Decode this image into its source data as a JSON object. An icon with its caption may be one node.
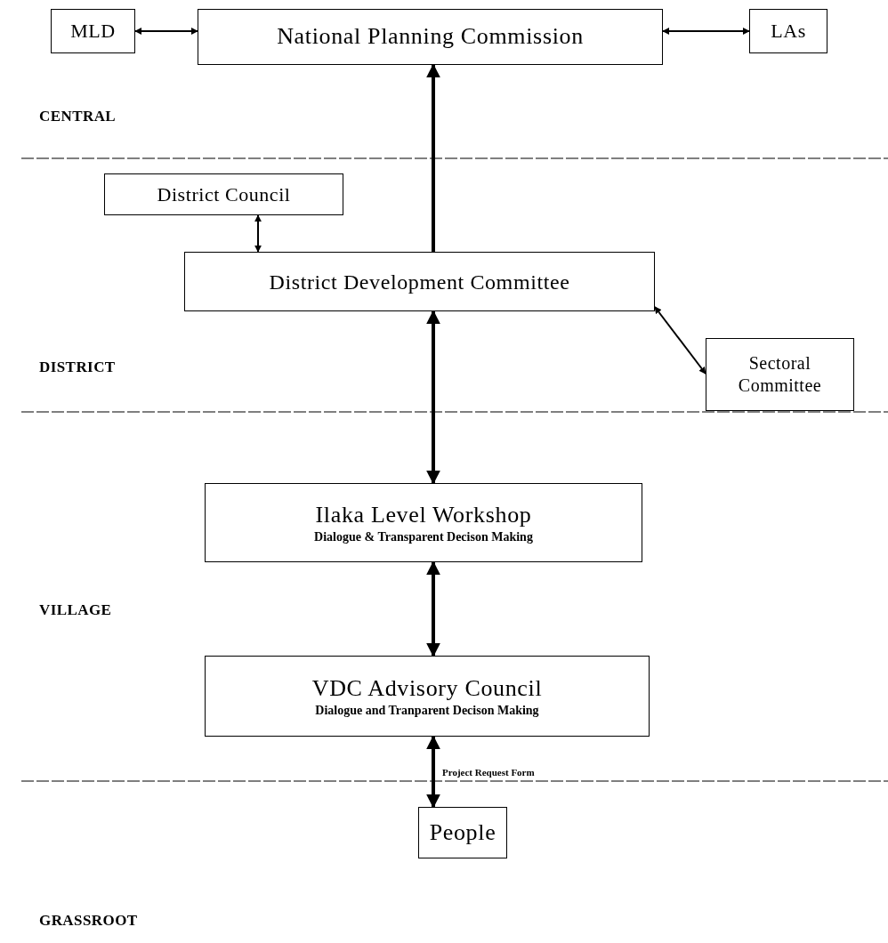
{
  "diagram": {
    "nodes": [
      {
        "text": [
          "MLD"
        ]
      },
      {
        "text": [
          "National Planning Commission"
        ]
      },
      {
        "text": [
          "LAs"
        ]
      },
      {
        "text": [
          "District Council"
        ]
      },
      {
        "text": [
          "District Development Committee"
        ]
      },
      {
        "text": [
          "Sectoral Committee"
        ]
      },
      {
        "text": [
          "Ilaka Level Workshop",
          "Dialogue & Transparent Decison Making"
        ]
      },
      {
        "text": [
          "VDC Advisory Council",
          "Dialogue and Tranparent Decison Making"
        ]
      },
      {
        "text": [
          "People"
        ]
      }
    ],
    "edges": [
      {
        "from": 0,
        "to": 1,
        "arrow": "both"
      },
      {
        "from": 1,
        "to": 2,
        "arrow": "both"
      },
      {
        "from": 4,
        "to": 1,
        "arrow": "to",
        "style": "thick"
      },
      {
        "from": 3,
        "to": 4,
        "arrow": "both"
      },
      {
        "from": 4,
        "to": 5,
        "arrow": "both"
      },
      {
        "from": 4,
        "to": 6,
        "arrow": "both",
        "style": "thick"
      },
      {
        "from": 6,
        "to": 7,
        "arrow": "both",
        "style": "thick"
      },
      {
        "from": 8,
        "to": 7,
        "arrow": "both",
        "style": "thick",
        "label": "Project Request Form"
      }
    ],
    "labels": [
      "CENTRAL",
      "DISTRICT",
      "VILLAGE",
      "GRASSROOT"
    ]
  }
}
